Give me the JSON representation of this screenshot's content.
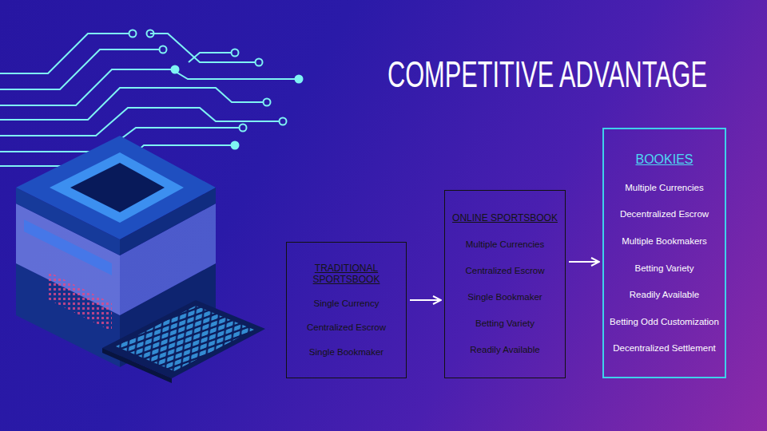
{
  "diagram": {
    "title": "COMPETITIVE ADVANTAGE",
    "nodes": [
      {
        "text": [
          "TRADITIONAL SPORTSBOOK",
          "Single Currency",
          "Centralized Escrow",
          "Single Bookmaker"
        ]
      },
      {
        "text": [
          "ONLINE SPORTSBOOK",
          "Multiple Currencies",
          "Centralized Escrow",
          "Single Bookmaker",
          "Betting Variety",
          "Readily Available"
        ]
      },
      {
        "text": [
          "BOOKIES",
          "Multiple Currencies",
          "Decentralized Escrow",
          "Multiple Bookmakers",
          "Betting Variety",
          "Readily Available",
          "Betting Odd Customization",
          "Decentralized Settlement"
        ]
      }
    ],
    "edges": [
      {
        "from": 0,
        "to": 1,
        "arrow": "to"
      },
      {
        "from": 1,
        "to": 2,
        "arrow": "to"
      }
    ]
  }
}
